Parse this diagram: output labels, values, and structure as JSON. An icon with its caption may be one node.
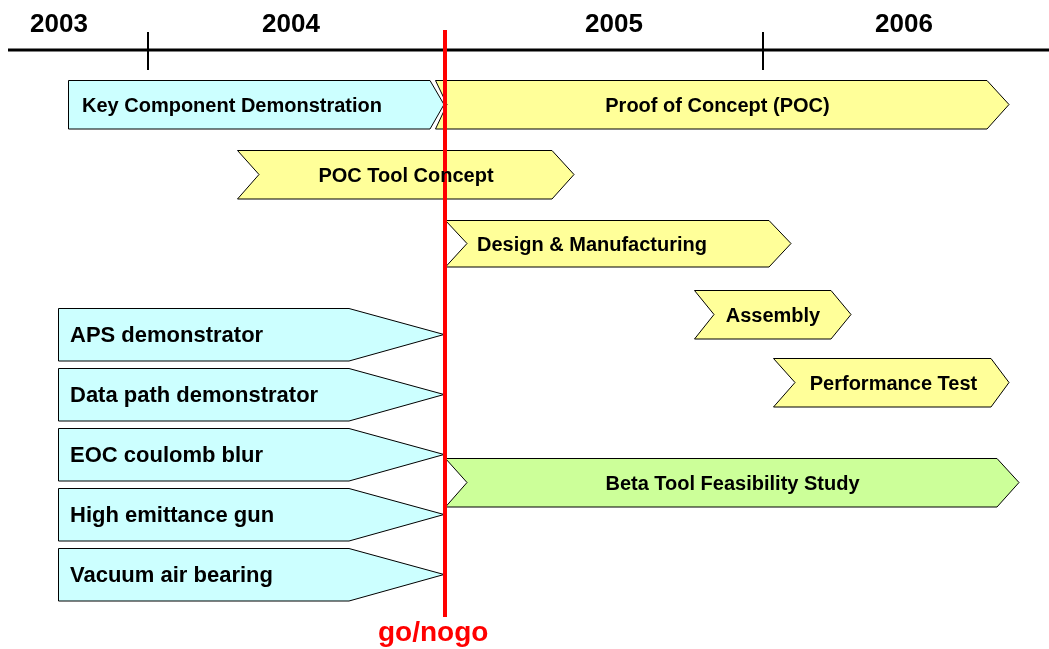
{
  "diagram": {
    "nodes": [
      {
        "text": [
          "Key Component Demonstration"
        ]
      },
      {
        "text": [
          "Proof of Concept (POC)"
        ]
      },
      {
        "text": [
          "POC Tool Concept"
        ]
      },
      {
        "text": [
          "Design & Manufacturing"
        ]
      },
      {
        "text": [
          "Assembly"
        ]
      },
      {
        "text": [
          "Performance Test"
        ]
      },
      {
        "text": [
          "APS demonstrator"
        ]
      },
      {
        "text": [
          "Data path demonstrator"
        ]
      },
      {
        "text": [
          "EOC coulomb blur"
        ]
      },
      {
        "text": [
          "High emittance gun"
        ]
      },
      {
        "text": [
          "Vacuum air bearing"
        ]
      },
      {
        "text": [
          "Beta Tool Feasibility Study"
        ]
      }
    ],
    "labels": [
      "2003",
      "2004",
      "2005",
      "2006",
      "go/nogo"
    ]
  }
}
